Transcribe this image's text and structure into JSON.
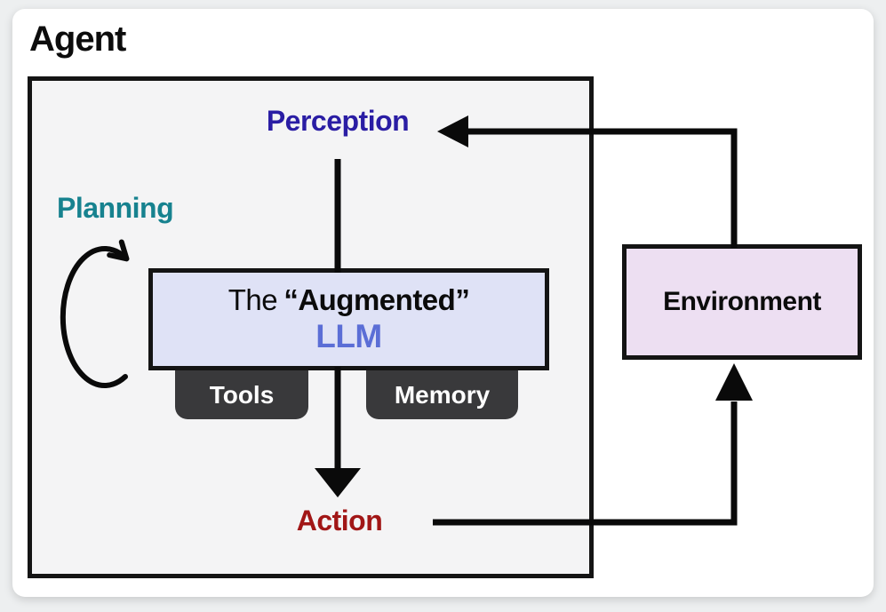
{
  "diagram": {
    "title": "Agent",
    "labels": {
      "perception": "Perception",
      "planning": "Planning",
      "action": "Action",
      "environment": "Environment"
    },
    "llm_box": {
      "line1_prefix": "The",
      "line1_quoted": "“Augmented”",
      "line2": "LLM"
    },
    "tabs": {
      "tools": "Tools",
      "memory": "Memory"
    },
    "colors": {
      "perception": "#2a1da4",
      "planning": "#17828f",
      "action": "#a11616",
      "llm_text": "#5b6ed6",
      "llm_box_fill": "#dfe2f6",
      "environment_fill": "#eddff2",
      "tab_fill": "#39393b",
      "agent_box_fill": "#f4f4f5",
      "line": "#0a0a0a"
    }
  }
}
